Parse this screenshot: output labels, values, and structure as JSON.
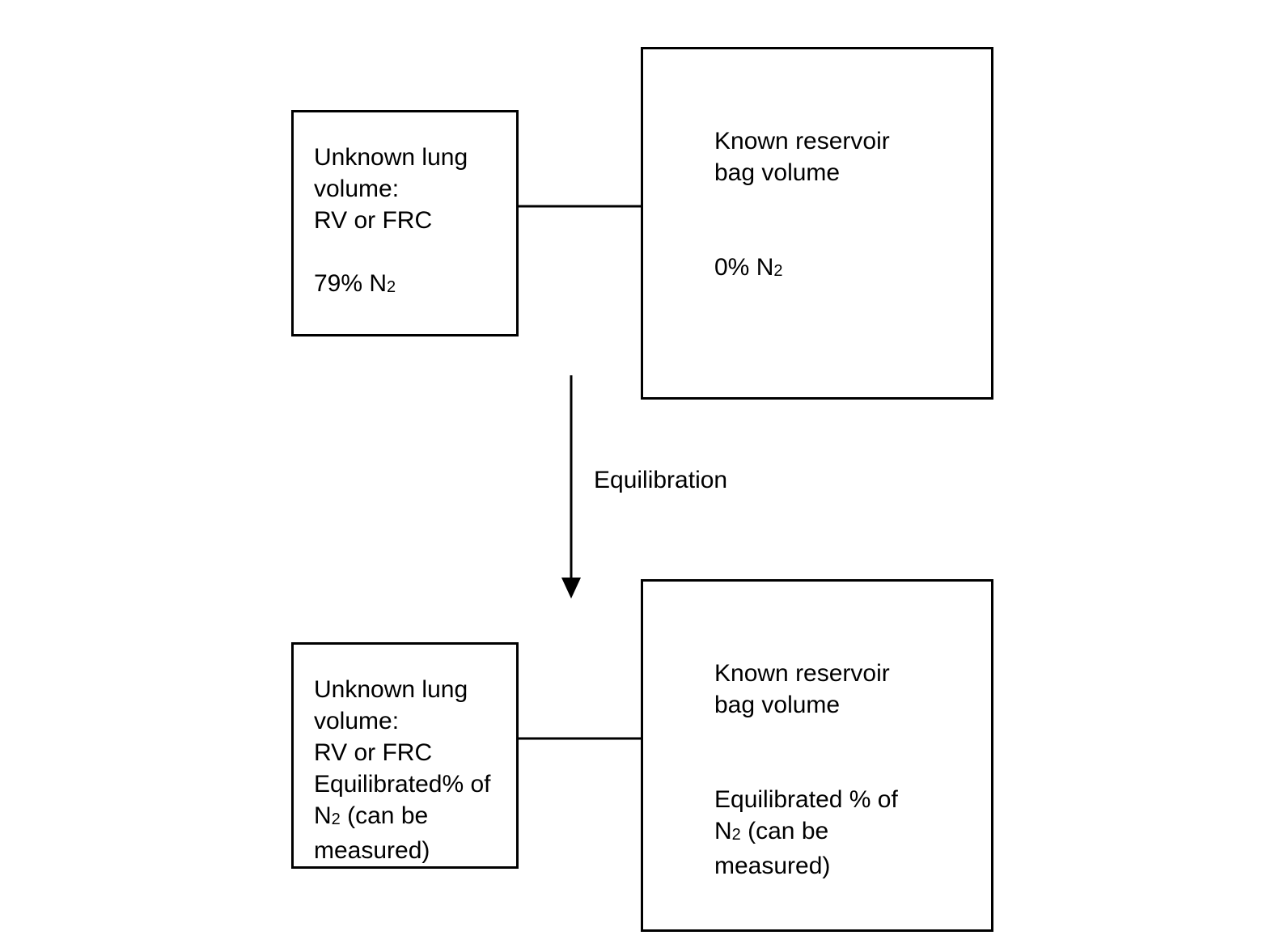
{
  "top": {
    "lung": {
      "line1": "Unknown lung",
      "line2": "volume:",
      "line3": "RV or FRC",
      "n2_prefix": "79% N",
      "n2_sub": "2"
    },
    "bag": {
      "line1": "Known reservoir",
      "line2": "bag volume",
      "n2_prefix": "0% N",
      "n2_sub": "2"
    }
  },
  "arrow": {
    "label": "Equilibration"
  },
  "bottom": {
    "lung": {
      "line1": "Unknown lung",
      "line2": "volume:",
      "line3": "RV or FRC",
      "line4": "Equilibrated% of",
      "n2_prefix": "N",
      "n2_sub": "2",
      "n2_suffix": " (can be",
      "line6": "measured)"
    },
    "bag": {
      "line1": "Known reservoir",
      "line2": "bag volume",
      "line3": "Equilibrated % of",
      "n2_prefix": "N",
      "n2_sub": "2",
      "n2_suffix": " (can be",
      "line5": "measured)"
    }
  },
  "colors": {
    "stroke": "#000000",
    "background": "#ffffff"
  }
}
